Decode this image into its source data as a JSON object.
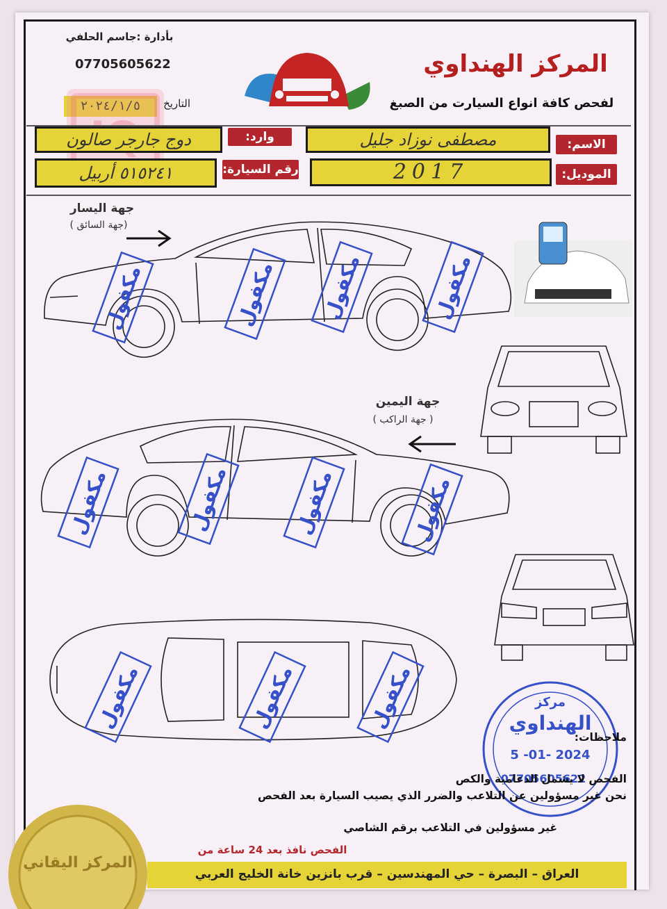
{
  "header": {
    "manager": "بأدارة :جاسم الحلفي",
    "phone": "07705605622",
    "center_name": "المركز الهنداوي",
    "subtitle": "لفحص كافة انواع السيارت من الصبغ",
    "date_label": "التاريخ",
    "date_value": "٢٠٢٤/١/٥"
  },
  "fields": {
    "name_label": "الاسم:",
    "name_value": "مصطفى نوزاد جليل",
    "source_label": "وارد:",
    "source_value": "دوج جارجر صالون",
    "model_label": "الموديل:",
    "model_value": "2017",
    "plate_label": "رقم السيارة:",
    "plate_value": "٥١٥٢٤١ أربيل"
  },
  "sides": {
    "left_title": "جهة اليسار",
    "left_sub": "(جهة السائق )",
    "right_title": "جهة اليمين",
    "right_sub": "( جهة الراكب )"
  },
  "stamp_word": "مكفول",
  "round_stamp": {
    "line1": "مركز",
    "line2": "الهنداوي",
    "date": "5 -01- 2024",
    "phone": "07705605622"
  },
  "notes": {
    "label": "ملاحظات:",
    "line1": "الفحص لا يشمل الدعامية والكص",
    "line2": "نحن غير مسؤولين عن التلاعب والضرر الذي يصيب السيارة بعد الفحص",
    "line3": "غير مسؤولين في التلاعب برقم الشاصي"
  },
  "validity": "الفحص نافذ بعد 24 ساعة من",
  "address": "العراق – البصرة – حي المهندسين – قرب بانزين خانة الخليج العربي",
  "seal_text": "المركز اليقاني",
  "colors": {
    "accent_red": "#b4262e",
    "highlight_yellow": "#e5d338",
    "stamp_blue": "#3550c8"
  }
}
